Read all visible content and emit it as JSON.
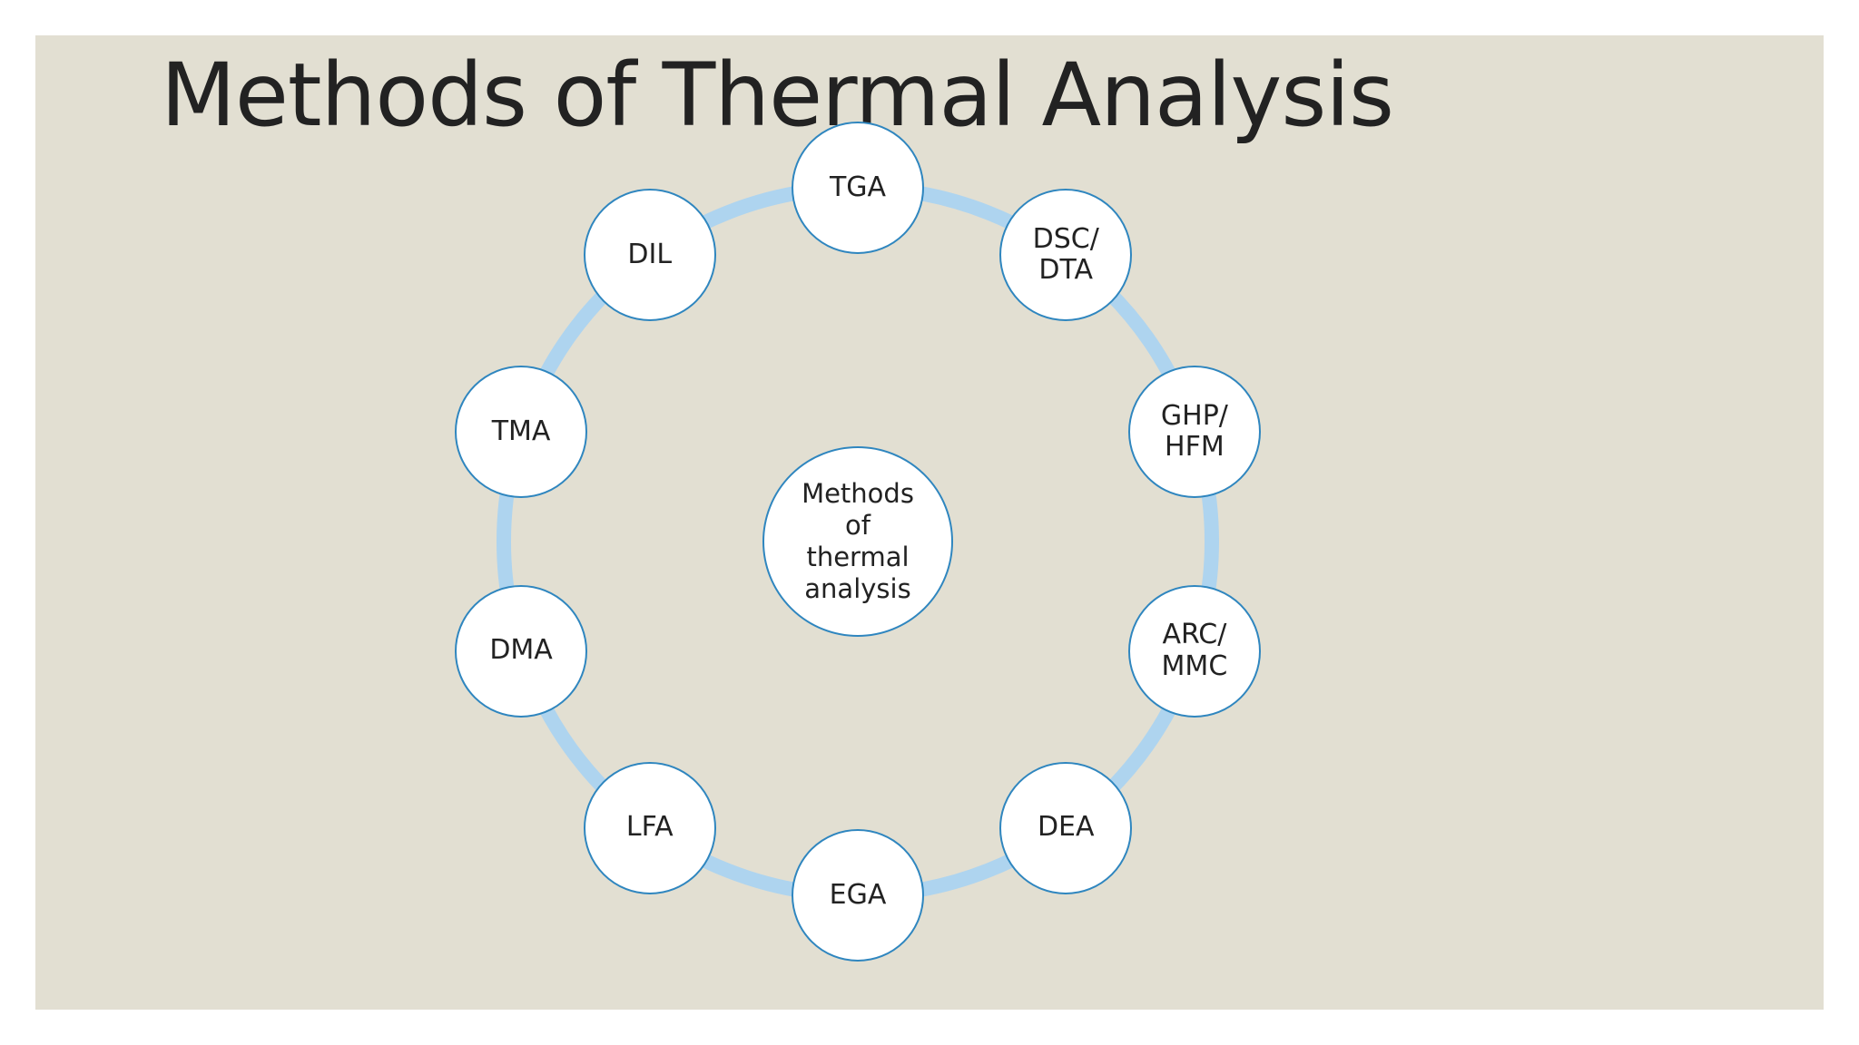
{
  "title": "Methods of Thermal Analysis",
  "center": {
    "label": "Methods\nof\nthermal\nanalysis"
  },
  "methods": [
    {
      "key": "tga",
      "label": "TGA"
    },
    {
      "key": "dsc-dta",
      "label": "DSC/\nDTA"
    },
    {
      "key": "ghp-hfm",
      "label": "GHP/\nHFM"
    },
    {
      "key": "arc-mmc",
      "label": "ARC/\nMMC"
    },
    {
      "key": "dea",
      "label": "DEA"
    },
    {
      "key": "ega",
      "label": "EGA"
    },
    {
      "key": "lfa",
      "label": "LFA"
    },
    {
      "key": "dma",
      "label": "DMA"
    },
    {
      "key": "tma",
      "label": "TMA"
    },
    {
      "key": "dil",
      "label": "DIL"
    }
  ],
  "colors": {
    "background": "#e2dfd2",
    "ring": "#aed4ef",
    "node_border": "#2f86bf",
    "node_fill": "#ffffff",
    "text": "#222222"
  }
}
